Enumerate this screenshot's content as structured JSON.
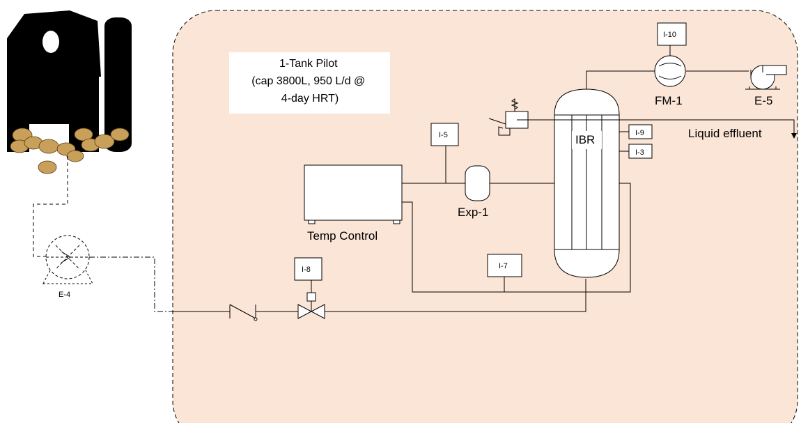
{
  "colors": {
    "pilot_area_fill": "#fbe5d6",
    "line": "#000000",
    "cow_fill": "#c8a05a"
  },
  "pilot": {
    "title_lines": [
      "1-Tank Pilot",
      "(cap 3800L, 950 L/d @",
      "4-day HRT)"
    ]
  },
  "reactor": {
    "label": "IBR"
  },
  "equipment": {
    "temp_control": "Temp Control",
    "expansion_tank": "Exp-1",
    "flow_meter": "FM-1",
    "blower": "E-5",
    "pump": "E-4"
  },
  "outlet": {
    "label": "Liquid effluent"
  },
  "instruments": {
    "i10": "I-10",
    "i5": "I-5",
    "i9": "I-9",
    "i3": "I-3",
    "i8": "I-8",
    "i7": "I-7"
  },
  "icons": [
    "barn-icon",
    "silo-icon",
    "cow-icon"
  ]
}
